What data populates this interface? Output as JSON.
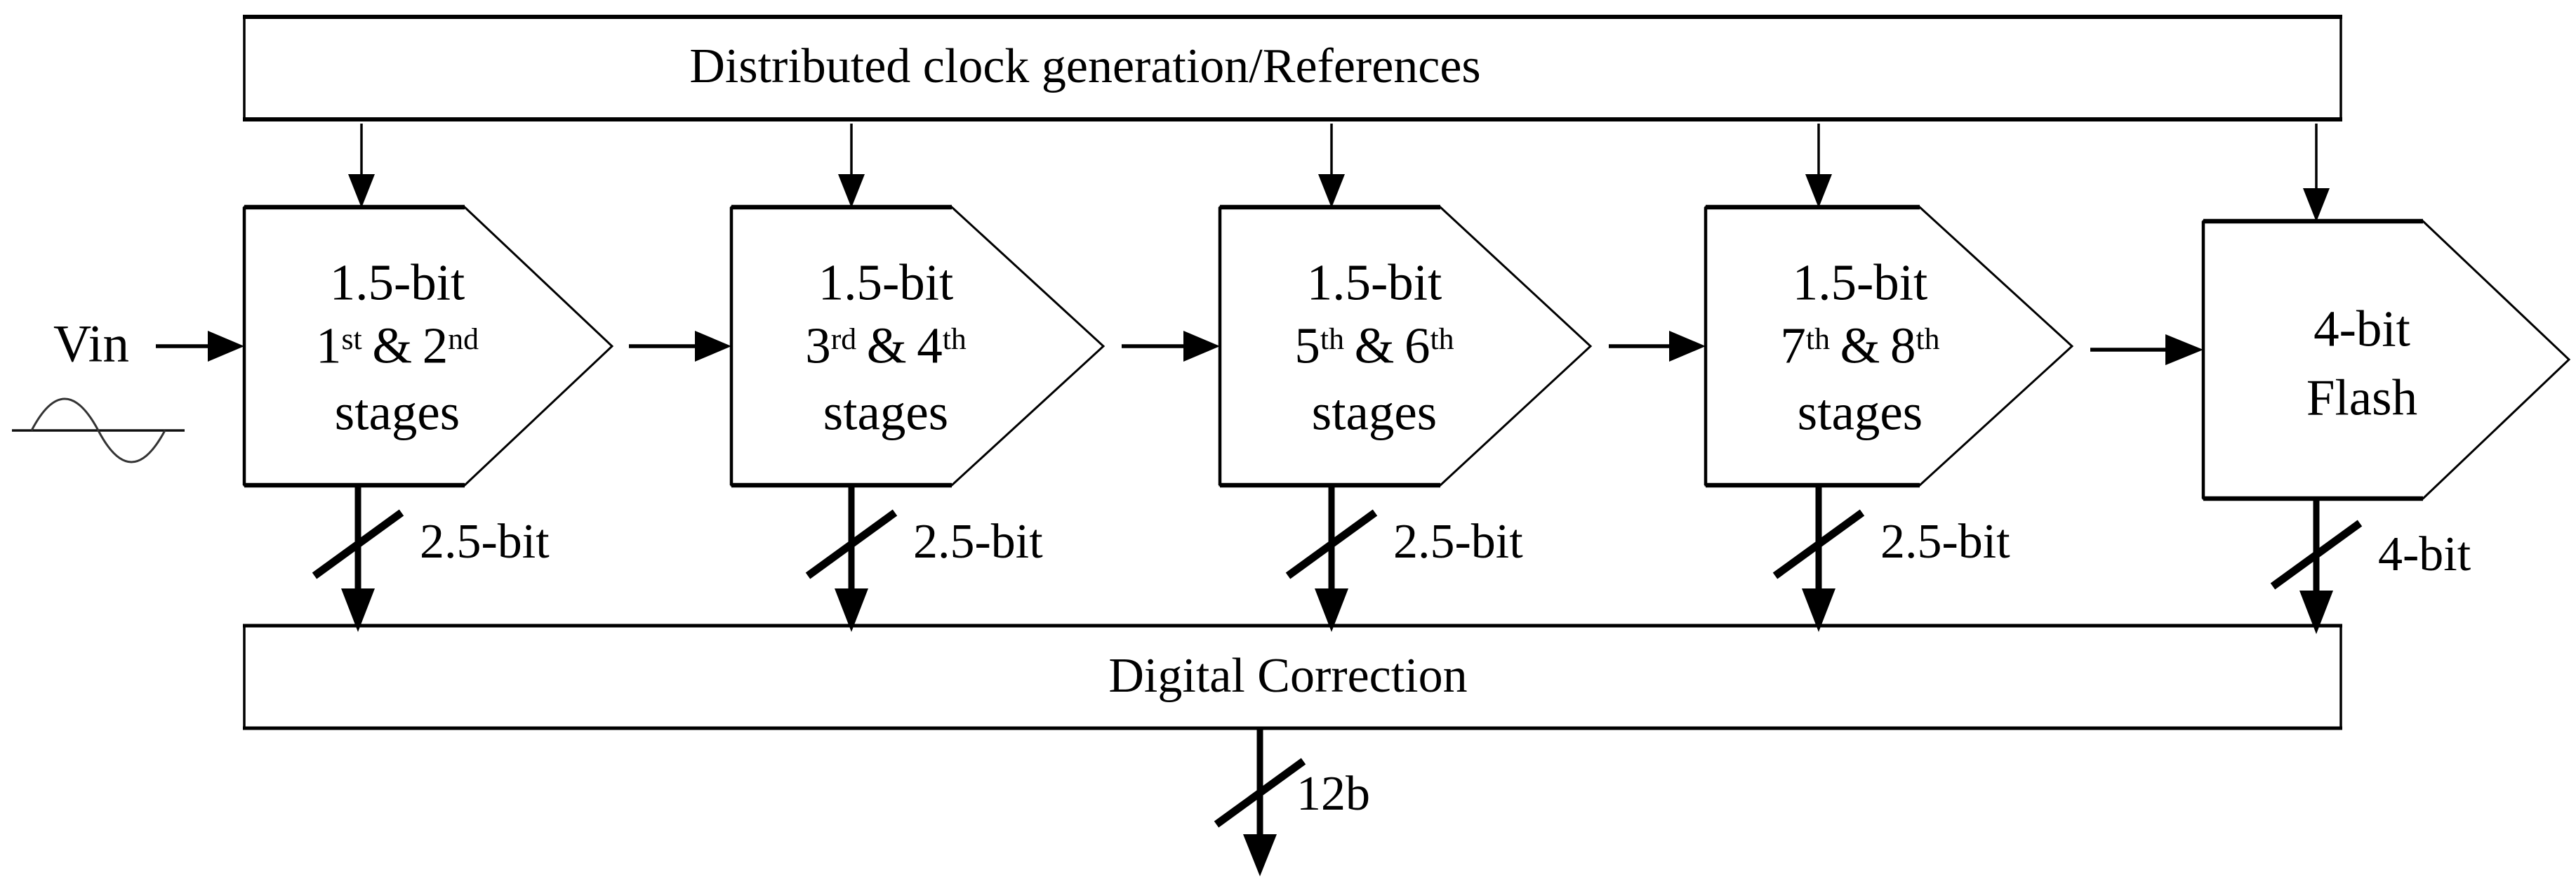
{
  "diagram": {
    "colors": {
      "ink": "#000000",
      "background": "#ffffff"
    },
    "clock_box": {
      "label": "Distributed clock generation/References"
    },
    "input": {
      "label": "Vin"
    },
    "stages": [
      {
        "resolution": "1.5-bit",
        "ord1": "1",
        "sup1": "st",
        "amp": "&",
        "ord2": "2",
        "sup2": "nd",
        "word": "stages",
        "bus_label": "2.5-bit"
      },
      {
        "resolution": "1.5-bit",
        "ord1": "3",
        "sup1": "rd",
        "amp": "&",
        "ord2": "4",
        "sup2": "th",
        "word": "stages",
        "bus_label": "2.5-bit"
      },
      {
        "resolution": "1.5-bit",
        "ord1": "5",
        "sup1": "th",
        "amp": "&",
        "ord2": "6",
        "sup2": "th",
        "word": "stages",
        "bus_label": "2.5-bit"
      },
      {
        "resolution": "1.5-bit",
        "ord1": "7",
        "sup1": "th",
        "amp": "&",
        "ord2": "8",
        "sup2": "th",
        "word": "stages",
        "bus_label": "2.5-bit"
      }
    ],
    "flash": {
      "resolution": "4-bit",
      "name": "Flash",
      "bus_label": "4-bit"
    },
    "correction_box": {
      "label": "Digital Correction"
    },
    "output": {
      "label": "12b"
    }
  }
}
